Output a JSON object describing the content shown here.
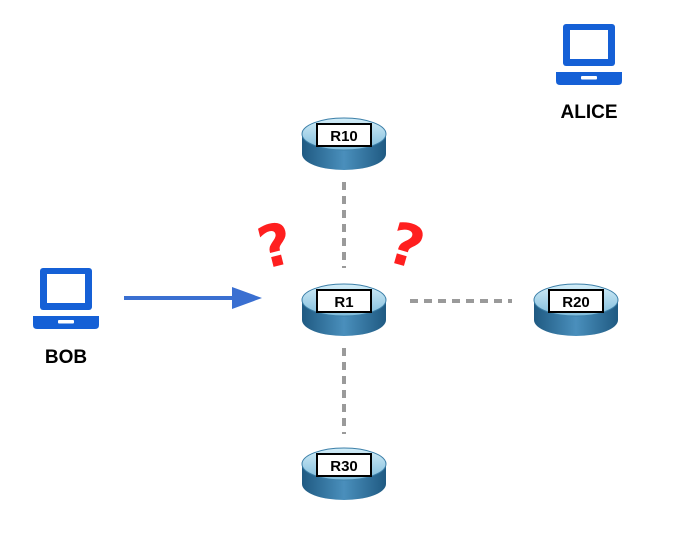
{
  "colors": {
    "laptop": "#1560d6",
    "arrow": "#3a6fd1",
    "link": "#9a9a9a",
    "router_top": "#a8d8ec",
    "router_side": "#2f6f99",
    "question": "#ff1f1f"
  },
  "icons": {
    "host": "laptop-icon",
    "router": "router-icon",
    "flow": "arrow-right-icon"
  },
  "hosts": {
    "bob": {
      "label": "BOB"
    },
    "alice": {
      "label": "ALICE"
    }
  },
  "routers": {
    "r10": {
      "label": "R10"
    },
    "r1": {
      "label": "R1"
    },
    "r20": {
      "label": "R20"
    },
    "r30": {
      "label": "R30"
    }
  },
  "annotations": {
    "unknown_left": "?",
    "unknown_right": "?"
  }
}
